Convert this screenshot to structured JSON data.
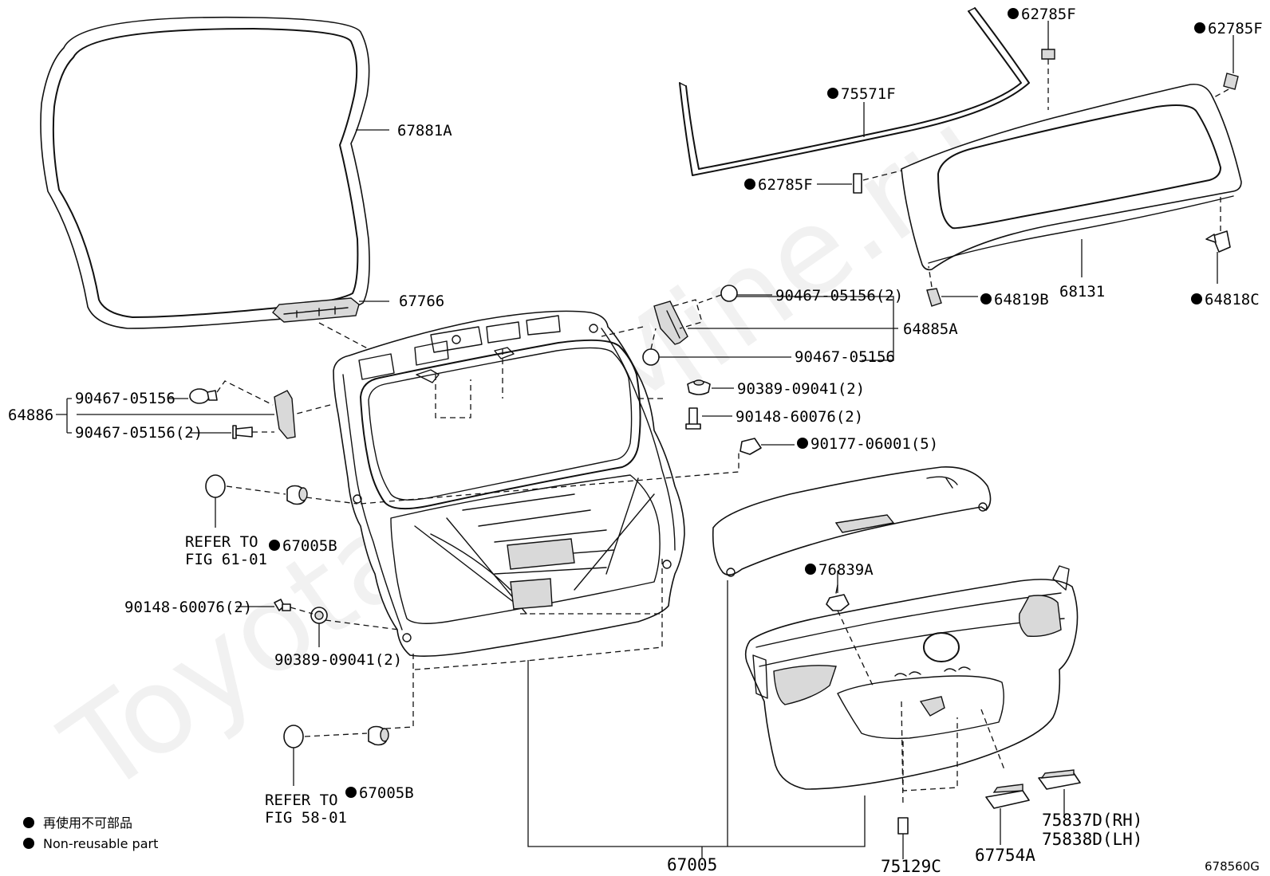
{
  "watermark": "Toyota-CarMine.ru",
  "parts": [
    {
      "id": "p67881A",
      "label": "67881A",
      "non_reusable": false
    },
    {
      "id": "p67766",
      "label": "67766",
      "non_reusable": false
    },
    {
      "id": "p64886",
      "label": "64886",
      "non_reusable": false
    },
    {
      "id": "p90467a",
      "label": "90467-05156",
      "non_reusable": false
    },
    {
      "id": "p90467b",
      "label": "90467-05156(2)",
      "non_reusable": false
    },
    {
      "id": "pRefer61",
      "label": "REFER TO",
      "non_reusable": false
    },
    {
      "id": "pFig61",
      "label": "FIG 61-01",
      "non_reusable": false
    },
    {
      "id": "p67005Ba",
      "label": "67005B",
      "non_reusable": true
    },
    {
      "id": "p90148a",
      "label": "90148-60076(2)",
      "non_reusable": false
    },
    {
      "id": "p90389a",
      "label": "90389-09041(2)",
      "non_reusable": false
    },
    {
      "id": "pRefer58",
      "label": "REFER TO",
      "non_reusable": false
    },
    {
      "id": "pFig58",
      "label": "FIG 58-01",
      "non_reusable": false
    },
    {
      "id": "p67005Bb",
      "label": "67005B",
      "non_reusable": true
    },
    {
      "id": "p67005",
      "label": "67005",
      "non_reusable": false
    },
    {
      "id": "p75129C",
      "label": "75129C",
      "non_reusable": false
    },
    {
      "id": "p67754A",
      "label": "67754A",
      "non_reusable": false
    },
    {
      "id": "p75837D",
      "label": "75837D(RH)",
      "non_reusable": false
    },
    {
      "id": "p75838D",
      "label": "75838D(LH)",
      "non_reusable": false
    },
    {
      "id": "p76839A",
      "label": "76839A",
      "non_reusable": true
    },
    {
      "id": "p90177",
      "label": "90177-06001(5)",
      "non_reusable": true
    },
    {
      "id": "p90148b",
      "label": "90148-60076(2)",
      "non_reusable": false
    },
    {
      "id": "p90389b",
      "label": "90389-09041(2)",
      "non_reusable": false
    },
    {
      "id": "p90467c",
      "label": "90467-05156",
      "non_reusable": false
    },
    {
      "id": "p90467d",
      "label": "90467-05156(2)",
      "non_reusable": false
    },
    {
      "id": "p64885A",
      "label": "64885A",
      "non_reusable": false
    },
    {
      "id": "p64819B",
      "label": "64819B",
      "non_reusable": true
    },
    {
      "id": "p68131",
      "label": "68131",
      "non_reusable": false
    },
    {
      "id": "p64818C",
      "label": "64818C",
      "non_reusable": true
    },
    {
      "id": "p62785Fa",
      "label": "62785F",
      "non_reusable": true
    },
    {
      "id": "p62785Fb",
      "label": "62785F",
      "non_reusable": true
    },
    {
      "id": "p62785Fc",
      "label": "62785F",
      "non_reusable": true
    },
    {
      "id": "p75571F",
      "label": "75571F",
      "non_reusable": true
    }
  ],
  "legend": {
    "jp": "再使用不可部品",
    "en": "Non-reusable part"
  },
  "figure_code": "678560G"
}
